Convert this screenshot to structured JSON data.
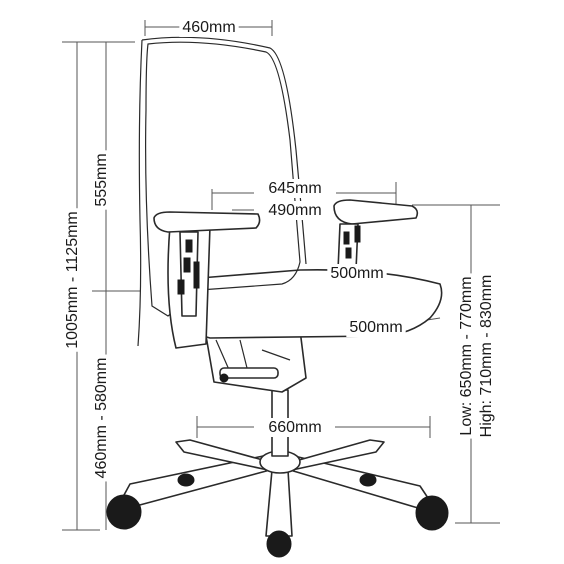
{
  "dimensions": {
    "back_width": "460mm",
    "armrest_outer": "645mm",
    "armrest_inner": "490mm",
    "seat_depth": "500mm",
    "seat_width": "500mm",
    "base_diameter": "660mm",
    "overall_height": "1005mm - 1125mm",
    "backrest_height": "555mm",
    "seat_height": "460mm - 580mm",
    "arm_height_low": "Low: 650mm - 770mm",
    "arm_height_high": "High: 710mm - 830mm"
  },
  "icons": {
    "drawing": "office-chair-line-drawing"
  },
  "colors": {
    "line": "#2a2a2a",
    "dimension_line": "#555555",
    "text": "#1a1a1a",
    "background": "#ffffff"
  }
}
